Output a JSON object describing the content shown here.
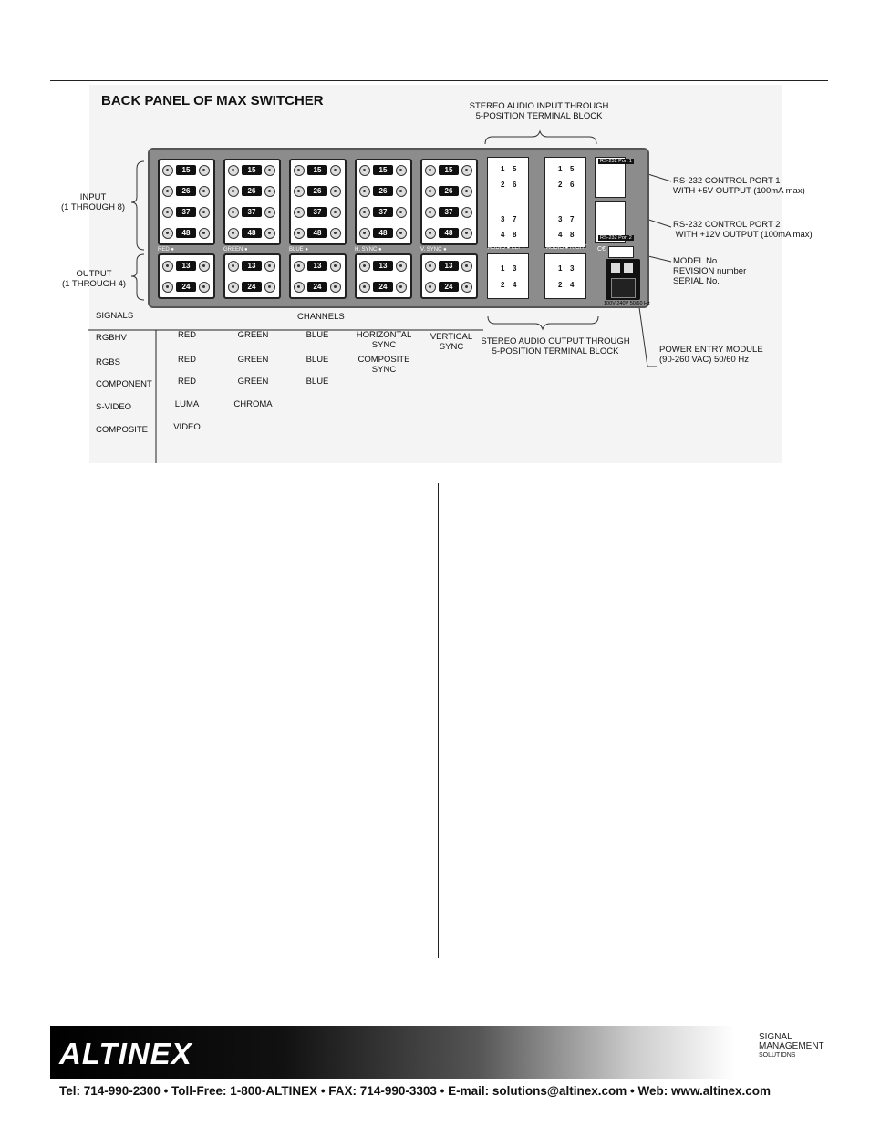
{
  "header": {
    "title": "BACK PANEL OF MAX SWITCHER"
  },
  "callouts": {
    "stereo_in_1": "STEREO AUDIO INPUT THROUGH",
    "stereo_in_2": "5-POSITION TERMINAL BLOCK",
    "stereo_out_1": "STEREO AUDIO OUTPUT THROUGH",
    "stereo_out_2": "5-POSITION TERMINAL BLOCK",
    "input_1": "INPUT",
    "input_2": "(1 THROUGH 8)",
    "output_1": "OUTPUT",
    "output_2": "(1 THROUGH 4)",
    "rs232_1a": "RS-232 CONTROL PORT 1",
    "rs232_1b": "WITH +5V OUTPUT (100mA max)",
    "rs232_2a": "RS-232 CONTROL PORT 2",
    "rs232_2b": " WITH +12V OUTPUT (100mA max)",
    "model": "MODEL No.",
    "revision": "REVISION number",
    "serial": "SERIAL No.",
    "power_1": "POWER ENTRY MODULE",
    "power_2": "(90-260 VAC) 50/60 Hz"
  },
  "panel": {
    "module_labels": [
      "RED",
      "GREEN",
      "BLUE",
      "H. SYNC",
      "V. SYNC"
    ],
    "input_chips": [
      "15",
      "26",
      "37",
      "48"
    ],
    "output_chips": [
      "13",
      "24"
    ],
    "tab_input": "INPUT",
    "tab_output": "OUTPUT",
    "audio_left": "AUDIO",
    "left": "LEFT",
    "audio_right": "AUDIO",
    "right": "RIGHT",
    "audio_in_top": [
      "1",
      "5",
      "2",
      "6"
    ],
    "audio_in_bottom": [
      "3",
      "7",
      "4",
      "8"
    ],
    "audio_out": [
      "1",
      "3",
      "2",
      "4"
    ],
    "rs_port1": "RS-232 Port 1",
    "rs_port2": "RS-232 Port 2",
    "ce": "C€",
    "voltage": "100V-240V 50/60 Hz"
  },
  "signals_table": {
    "header_signals": "SIGNALS",
    "header_channels": "CHANNELS",
    "rows": [
      {
        "signal": "RGBHV",
        "c1": "RED",
        "c2": "GREEN",
        "c3": "BLUE",
        "c4a": "HORIZONTAL",
        "c4b": "SYNC",
        "c5a": "VERTICAL",
        "c5b": "SYNC"
      },
      {
        "signal": "RGBS",
        "c1": "RED",
        "c2": "GREEN",
        "c3": "BLUE",
        "c4a": "COMPOSITE",
        "c4b": "SYNC"
      },
      {
        "signal": "COMPONENT",
        "c1": "RED",
        "c2": "GREEN",
        "c3": "BLUE"
      },
      {
        "signal": "S-VIDEO",
        "c1": "LUMA",
        "c2": "CHROMA"
      },
      {
        "signal": "COMPOSITE",
        "c1": "VIDEO"
      }
    ]
  },
  "footer": {
    "logo": "ALTINEX",
    "tagline_1": "SIGNAL",
    "tagline_2": "MANAGEMENT",
    "tagline_3": "SOLUTIONS",
    "contact": "Tel: 714-990-2300 • Toll-Free: 1-800-ALTINEX • FAX: 714-990-3303 • E-mail: solutions@altinex.com • Web: www.altinex.com"
  }
}
